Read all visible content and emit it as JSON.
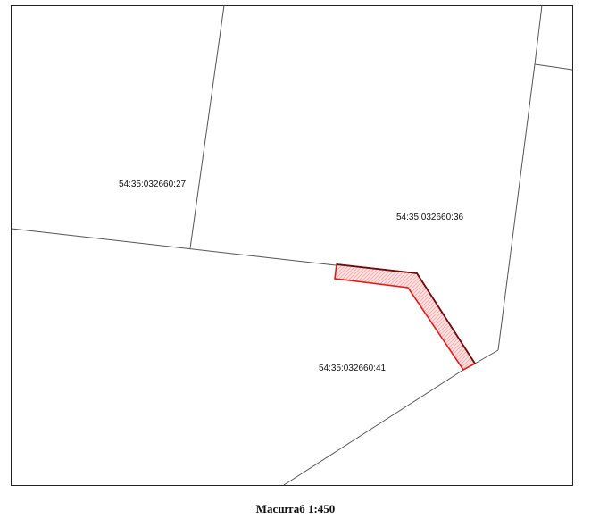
{
  "map": {
    "parcels": [
      {
        "id": "54:35:032660:27"
      },
      {
        "id": "54:35:032660:36"
      },
      {
        "id": "54:35:032660:41"
      }
    ],
    "colors": {
      "boundary": "#555555",
      "highlight_outline": "#e21a1a",
      "highlight_hatch": "#f3a5a5",
      "highlight_edge_dark": "#6b0d0d"
    }
  },
  "scale": {
    "caption": "Масштаб 1:450"
  }
}
